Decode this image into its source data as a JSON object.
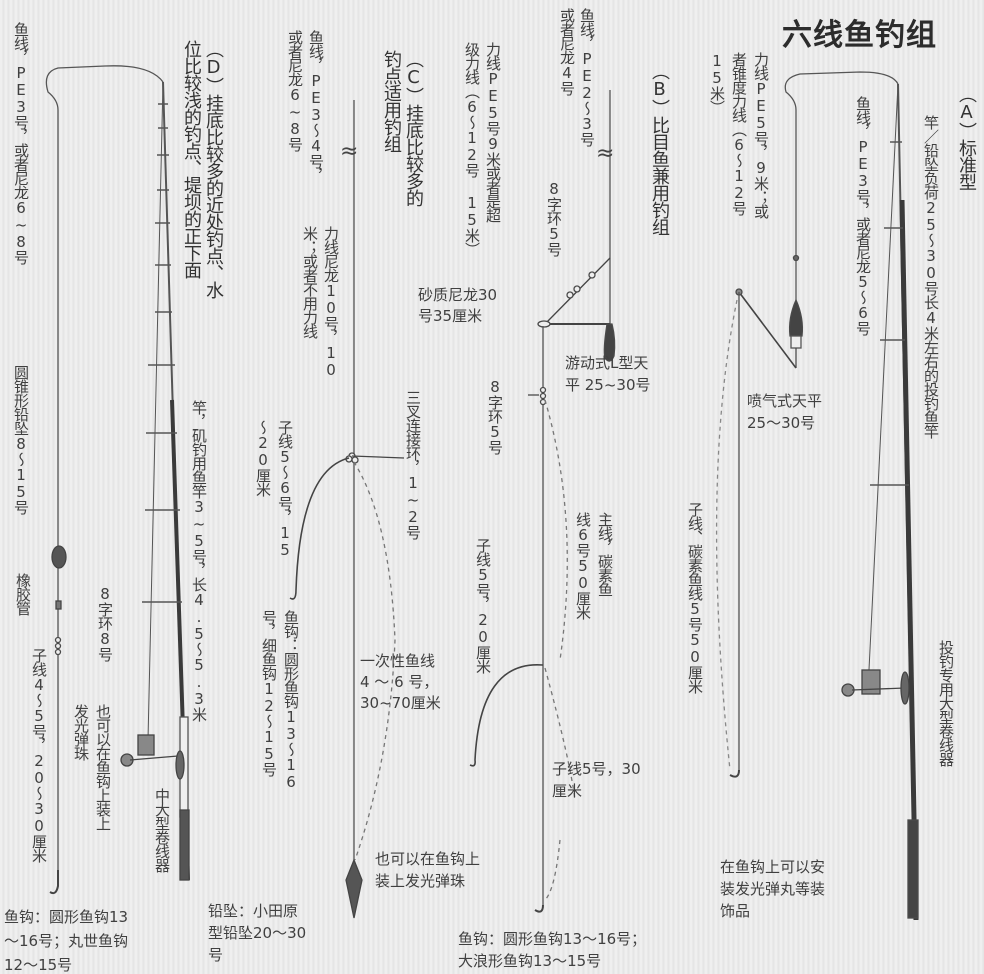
{
  "title": "六线鱼钓组",
  "rigs": {
    "A": {
      "heading": "（A）标准型",
      "rod": "竿／铅坠负荷25～30号长4米左右的投钓鱼竿",
      "main_line": "鱼线，PE3号，或者尼龙5～6号",
      "shock_leader_1": "力线PE5号，9米；或",
      "shock_leader_2": "者锥度力线（6～12号",
      "shock_leader_3": "15米）",
      "sinker_1": "喷气式天平",
      "sinker_2": "25～30号",
      "leader": "子线、碳素鱼线5号50厘米",
      "reel": "投钓专用大型卷线器",
      "hook_note_1": "在鱼钩上可以安",
      "hook_note_2": "装发光弹丸等装",
      "hook_note_3": "饰品"
    },
    "B": {
      "heading": "（B）比目鱼兼用钓组",
      "main_line_1": "鱼线，PE2～3号",
      "main_line_2": "或者尼龙4号",
      "shock_leader_1": "力线PE5号9米或者是超",
      "shock_leader_2": "级力线（6～12号 15米）",
      "swivel_top": "8字环5号",
      "sand_nylon_1": "砂质尼龙30",
      "sand_nylon_2": "号35厘米",
      "sinker_1": "游动式L型天",
      "sinker_2": "平 25~30号",
      "swivel_mid": "8字环5号",
      "main_leader_1": "主线，碳素鱼",
      "main_leader_2": "线6号50厘米",
      "branch_1": "子线5号，20厘米",
      "branch_2_1": "子线5号，30",
      "branch_2_2": "厘米",
      "hook_1": "鱼钩：圆形鱼钩13～16号；",
      "hook_2": "大浪形鱼钩13～15号"
    },
    "C": {
      "heading_1": "（C）挂底比较多的",
      "heading_2": "钓点适用钓组",
      "main_line_1": "鱼线，PE3～4号，",
      "main_line_2": "或者尼龙6~8号",
      "shock_leader_1": "力线尼龙10号，10",
      "shock_leader_2": "米；或者不用力线",
      "triple_swivel": "三叉连接环，1~2号",
      "branch_1": "子线5～6号，15",
      "branch_2": "～20厘米",
      "hook_1": "鱼钩：圆形鱼钩13～16",
      "hook_2": "号，细鱼钩12～15号",
      "drop_line_1": "一次性鱼线",
      "drop_line_2": "4 ～ 6 号，",
      "drop_line_3": "30~70厘米",
      "glow_1": "也可以在鱼钩上",
      "glow_2": "装上发光弹珠",
      "sinker_1": "铅坠：小田原",
      "sinker_2": "型铅坠20～30",
      "sinker_3": "号"
    },
    "D": {
      "heading_1": "（D）挂底比较多的近处钓点、水",
      "heading_2": "位比较浅的钓点、堤坝的正下面",
      "main_line": "鱼线，PE3号，或者尼龙6~8号",
      "sinker": "圆锥形铅坠8～15号",
      "rubber_tube": "橡胶管",
      "swivel": "8字环8号",
      "leader": "子线4～5号，20～30厘米",
      "glow_1": "也可以在鱼钩上装上",
      "glow_2": "发光弹珠",
      "rod": "竿，矶钓用鱼竿3~5号，长4.5～5.3米",
      "reel": "中大型卷线器",
      "hook_1": "鱼钩：圆形鱼钩13",
      "hook_2": "～16号；丸世鱼钩",
      "hook_3": "12～15号"
    }
  }
}
